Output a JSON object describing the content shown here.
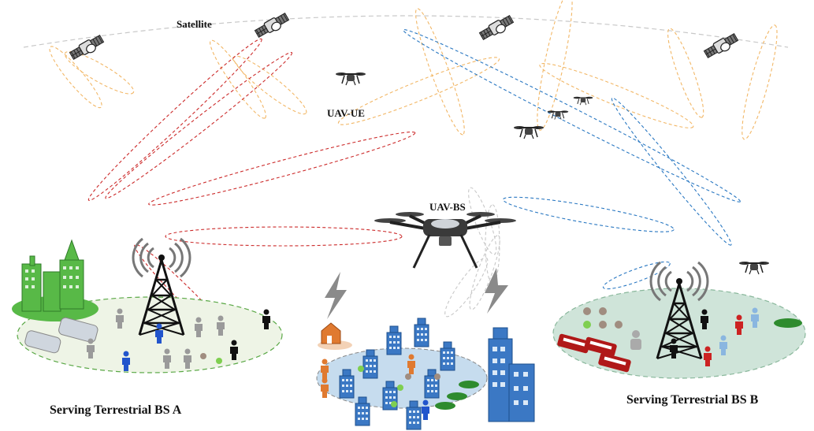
{
  "labels": {
    "satellite": "Satellite",
    "uav_ue": "UAV-UE",
    "uav_bs": "UAV-BS",
    "bs_a": "Serving Terrestrial BS A",
    "bs_b": "Serving Terrestrial BS B"
  },
  "colors": {
    "orbit": "#c8c8c8",
    "satellite_beam": "#f2b766",
    "bs_a_beam": "#cc2b2b",
    "uav_ue_beam": "#2a78c2",
    "uav_bs_beam": "#c8c8c8",
    "cell_a_fill": "#eef4e6",
    "cell_b_fill": "#cfe4d9",
    "city_fill": "#c6dcee",
    "building_green": "#58b947",
    "building_blue": "#3b78c4",
    "person_gray": "#9a9a9a",
    "person_blue": "#2255cc",
    "person_red": "#cc2222",
    "train_red": "#b01818"
  },
  "icons": [
    "satellite-icon",
    "drone-icon",
    "tower-icon",
    "person-icon",
    "building-icon",
    "bus-icon",
    "train-icon",
    "car-icon",
    "lightning-icon",
    "house-icon",
    "robot-icon"
  ]
}
